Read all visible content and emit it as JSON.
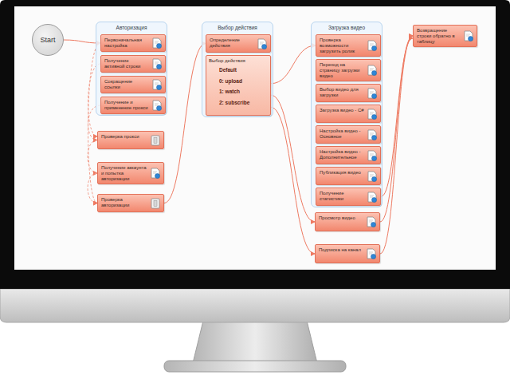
{
  "diagram": {
    "nodes": [
      {
        "text": [
          "Start"
        ]
      },
      {
        "text": [
          "Авторизация"
        ]
      },
      {
        "text": [
          "Первоначальная настройка"
        ],
        "in": 1
      },
      {
        "text": [
          "Получение активной строки"
        ],
        "in": 1
      },
      {
        "text": [
          "Сокращение ссылки"
        ],
        "in": 1
      },
      {
        "text": [
          "Получение и применение прокси"
        ],
        "in": 1
      },
      {
        "text": [
          "Проверка прокси"
        ]
      },
      {
        "text": [
          "Получение аккаунта и попытка авторизации"
        ]
      },
      {
        "text": [
          "Проверка авторизации"
        ]
      },
      {
        "text": [
          "Выбор действия"
        ]
      },
      {
        "text": [
          "Определение действия"
        ],
        "in": 9
      },
      {
        "text": [
          "Выбор действия",
          "Default",
          "0: upload",
          "1: watch",
          "2: subscribe"
        ],
        "in": 9
      },
      {
        "text": [
          "Загрузка видео"
        ]
      },
      {
        "text": [
          "Проверка возможности загрузить ролик"
        ],
        "in": 12
      },
      {
        "text": [
          "Переход на страницу загрузки видео"
        ],
        "in": 12
      },
      {
        "text": [
          "Выбор видео для загрузки"
        ],
        "in": 12
      },
      {
        "text": [
          "Загрузка видео - C#"
        ],
        "in": 12
      },
      {
        "text": [
          "Настройка видео - Основное"
        ],
        "in": 12
      },
      {
        "text": [
          "Настройка видео - Дополнительное"
        ],
        "in": 12
      },
      {
        "text": [
          "Публикация видео"
        ],
        "in": 12
      },
      {
        "text": [
          "Получение статистики"
        ],
        "in": 12
      },
      {
        "text": [
          "Просмотр видео"
        ]
      },
      {
        "text": [
          "Подписка на канал"
        ]
      },
      {
        "text": [
          "Возвращение строки обратно в таблицу"
        ]
      }
    ],
    "edges": [
      {
        "from": 0,
        "to": 2,
        "arrow": "to"
      },
      {
        "from": 5,
        "to": 6,
        "arrow": "to"
      },
      {
        "from": 3,
        "to": 6,
        "arrow": "to"
      },
      {
        "from": 6,
        "to": 7,
        "arrow": "to"
      },
      {
        "from": 7,
        "to": 8,
        "arrow": "to"
      },
      {
        "from": 2,
        "to": 8,
        "arrow": "to"
      },
      {
        "from": 8,
        "to": 10,
        "arrow": "to"
      },
      {
        "from": 11,
        "to": 13,
        "arrow": "to"
      },
      {
        "from": 11,
        "to": 21,
        "arrow": "to"
      },
      {
        "from": 11,
        "to": 22,
        "arrow": "to"
      },
      {
        "from": 20,
        "to": 23,
        "arrow": "to"
      },
      {
        "from": 21,
        "to": 23,
        "arrow": "to"
      },
      {
        "from": 22,
        "to": 23,
        "arrow": "to"
      }
    ]
  }
}
